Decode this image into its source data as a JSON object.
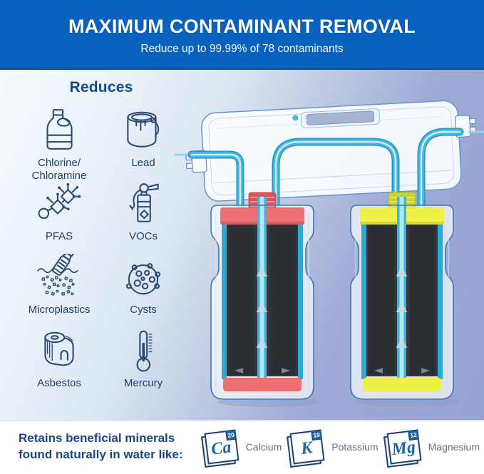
{
  "banner": {
    "title": "MAXIMUM CONTAMINANT REMOVAL",
    "subtitle": "Reduce up to 99.99% of 78 contaminants",
    "bg_color": "#0a62be"
  },
  "reduces": {
    "heading": "Reduces",
    "items": [
      {
        "id": "chlorine-chloramine",
        "label": "Chlorine/ Chloramine"
      },
      {
        "id": "lead",
        "label": "Lead"
      },
      {
        "id": "pfas",
        "label": "PFAS"
      },
      {
        "id": "vocs",
        "label": "VOCs"
      },
      {
        "id": "microplastics",
        "label": "Microplastics"
      },
      {
        "id": "cysts",
        "label": "Cysts"
      },
      {
        "id": "asbestos",
        "label": "Asbestos"
      },
      {
        "id": "mercury",
        "label": "Mercury"
      }
    ]
  },
  "filter_diagram": {
    "stages": 2,
    "colors": {
      "tube": "#44b6df",
      "tube_core": "#c6f0fb",
      "stage1_cap": "#ee6f74",
      "stage2_cap": "#eef046",
      "filter_media": "#33373d",
      "housing_outline": "#3c7ab6"
    }
  },
  "footer": {
    "heading_line1": "Retains beneficial minerals",
    "heading_line2": "found naturally in water like:",
    "minerals": [
      {
        "symbol": "Ca",
        "atomic_number": "20",
        "name": "Calcium"
      },
      {
        "symbol": "K",
        "atomic_number": "19",
        "name": "Potassium"
      },
      {
        "symbol": "Mg",
        "atomic_number": "12",
        "name": "Magnesium"
      }
    ]
  }
}
